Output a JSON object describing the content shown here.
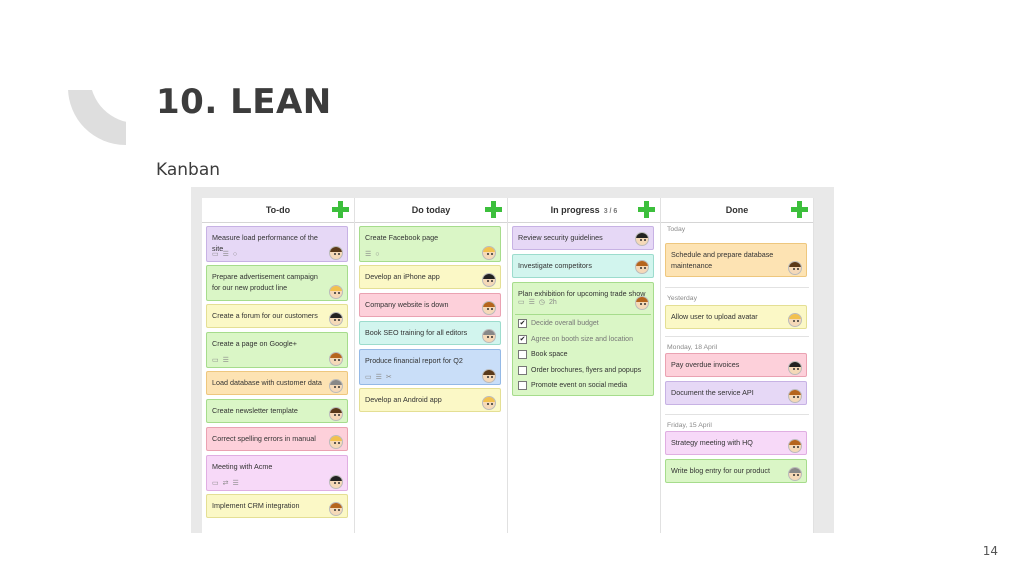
{
  "slide": {
    "title": "10.  LEAN",
    "subtitle": "Kanban",
    "page_number": "14"
  },
  "board": {
    "columns": [
      {
        "title": "To-do",
        "count": "",
        "cards": [
          {
            "text": "Measure load performance of the site",
            "color": "purple",
            "icons": [
              "note-icon",
              "checklist-icon",
              "comment-icon"
            ]
          },
          {
            "text": "Prepare advertisement campaign for our new product line",
            "color": "green",
            "icons": []
          },
          {
            "text": "Create a forum for our customers",
            "color": "yellow",
            "icons": []
          },
          {
            "text": "Create a page on Google+",
            "color": "green",
            "icons": [
              "note-icon",
              "checklist-icon"
            ]
          },
          {
            "text": "Load database with customer data",
            "color": "orange",
            "icons": []
          },
          {
            "text": "Create newsletter template",
            "color": "green",
            "icons": []
          },
          {
            "text": "Correct spelling errors in manual",
            "color": "pink",
            "icons": []
          },
          {
            "text": "Meeting with Acme",
            "color": "lilac",
            "icons": [
              "note-icon",
              "repeat-icon",
              "checklist-icon"
            ]
          },
          {
            "text": "Implement CRM integration",
            "color": "yellow",
            "icons": []
          }
        ]
      },
      {
        "title": "Do today",
        "count": "",
        "cards": [
          {
            "text": "Create Facebook page",
            "color": "green",
            "icons": [
              "checklist-icon",
              "comment-icon"
            ]
          },
          {
            "text": "Develop an iPhone app",
            "color": "yellow",
            "icons": []
          },
          {
            "text": "Company website is down",
            "color": "pink",
            "icons": []
          },
          {
            "text": "Book SEO training for all editors",
            "color": "teal",
            "icons": []
          },
          {
            "text": "Produce financial report for Q2",
            "color": "blue",
            "icons": [
              "note-icon",
              "checklist-icon",
              "attachment-icon"
            ]
          },
          {
            "text": "Develop an Android app",
            "color": "yellow",
            "icons": []
          }
        ]
      },
      {
        "title": "In progress",
        "count": "3 / 6",
        "cards": [
          {
            "text": "Review security guidelines",
            "color": "purple",
            "icons": []
          },
          {
            "text": "Investigate competitors",
            "color": "teal",
            "icons": []
          },
          {
            "text": "Plan exhibition for upcoming trade show",
            "color": "green",
            "icons": [
              "note-icon",
              "checklist-icon",
              "clock-icon"
            ],
            "time": "2h",
            "checklist": [
              {
                "label": "Decide overall budget",
                "checked": true
              },
              {
                "label": "Agree on booth size and location",
                "checked": true
              },
              {
                "label": "Book space",
                "checked": false
              },
              {
                "label": "Order brochures, flyers and popups",
                "checked": false
              },
              {
                "label": "Promote event on social media",
                "checked": false
              }
            ]
          }
        ]
      },
      {
        "title": "Done",
        "count": "",
        "groups": [
          {
            "label": "Today",
            "cards": [
              {
                "text": "Schedule and prepare database maintenance",
                "color": "orange"
              }
            ]
          },
          {
            "label": "Yesterday",
            "cards": [
              {
                "text": "Allow user to upload avatar",
                "color": "yellow"
              }
            ]
          },
          {
            "label": "Monday, 18 April",
            "cards": [
              {
                "text": "Pay overdue invoices",
                "color": "pink"
              },
              {
                "text": "Document the service API",
                "color": "purple"
              }
            ]
          },
          {
            "label": "Friday, 15 April",
            "cards": [
              {
                "text": "Strategy meeting with HQ",
                "color": "lilac"
              },
              {
                "text": "Write blog entry for our product",
                "color": "green"
              }
            ]
          }
        ]
      }
    ]
  },
  "colors": {
    "accent_plus": "#3cbf3c",
    "title_text": "#3c3c3c"
  }
}
